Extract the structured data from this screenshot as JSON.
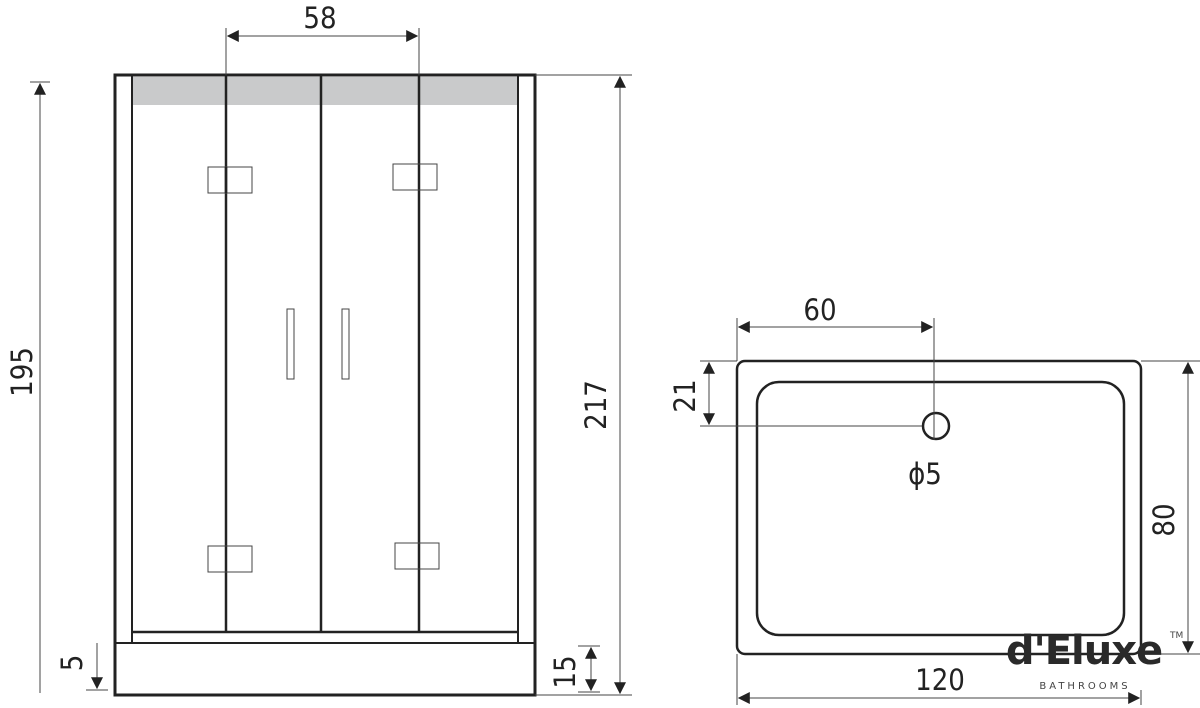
{
  "front_view": {
    "door_width_label": "58",
    "total_height_label": "217",
    "cabin_height_label": "195",
    "base_height_label": "5",
    "tray_height_label": "15"
  },
  "tray_view": {
    "drain_offset_x_label": "60",
    "drain_offset_y_label": "21",
    "drain_diameter_label": "ϕ5",
    "width_label": "120",
    "depth_label": "80"
  },
  "logo": {
    "brand": "d'Eluxe",
    "tagline": "BATHROOMS",
    "trademark": "TM"
  },
  "colors": {
    "stroke": "#222222",
    "header_band": "#c9cacb",
    "background": "#ffffff"
  }
}
